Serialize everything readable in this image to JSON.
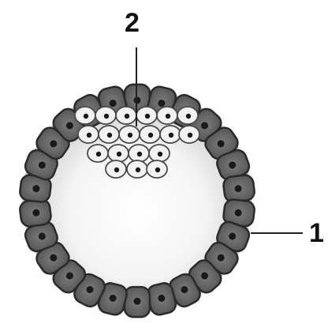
{
  "diagram": {
    "labels": {
      "top": "2",
      "right": "1"
    },
    "colors": {
      "outer_cell_fill": "#6b6b6b",
      "outer_cell_stroke": "#2a2a2a",
      "nucleus": "#1a1a1a",
      "inner_cell_fill": "#f2f2f2",
      "inner_cell_stroke": "#4a4a4a",
      "cavity_center": "#ffffff",
      "cavity_edge": "#c4c4c4",
      "leader_line": "#222222"
    },
    "counts": {
      "outer_cells": 26,
      "inner_cells": 19
    }
  }
}
